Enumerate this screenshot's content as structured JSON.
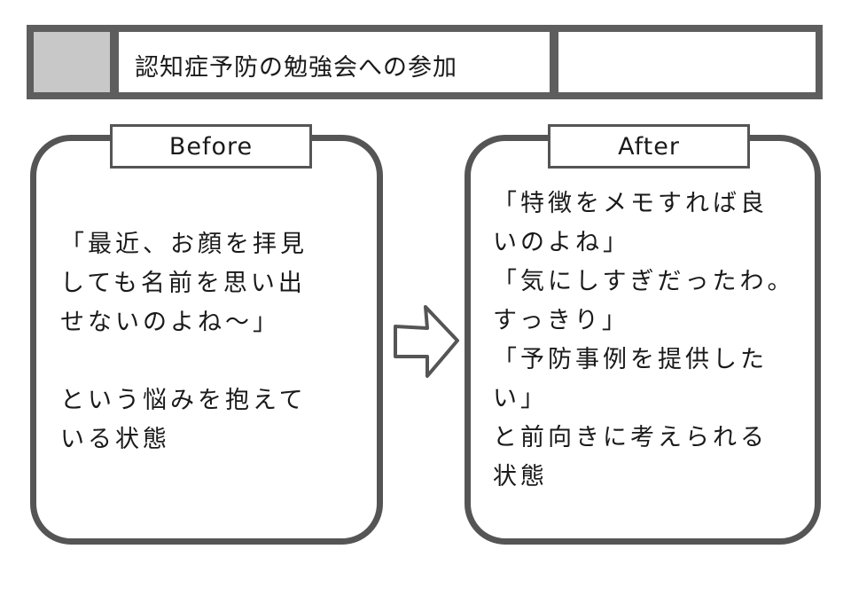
{
  "header": {
    "title": "認知症予防の勉強会への参加"
  },
  "before": {
    "label": "Before",
    "lines": [
      "「最近、お顔を拝見",
      "しても名前を思い出",
      "せないのよね～」",
      "",
      "という悩みを抱えて",
      "いる状態"
    ]
  },
  "after": {
    "label": "After",
    "lines": [
      "「特徴をメモすれば良",
      "いのよね」",
      "「気にしすぎだったわ。",
      "すっきり」",
      "「予防事例を提供した",
      "い」",
      "と前向きに考えられる",
      "状態"
    ]
  },
  "icons": {
    "arrow": "right-arrow-icon"
  },
  "colors": {
    "frame": "#555555",
    "swatch": "#c8c8c8"
  }
}
